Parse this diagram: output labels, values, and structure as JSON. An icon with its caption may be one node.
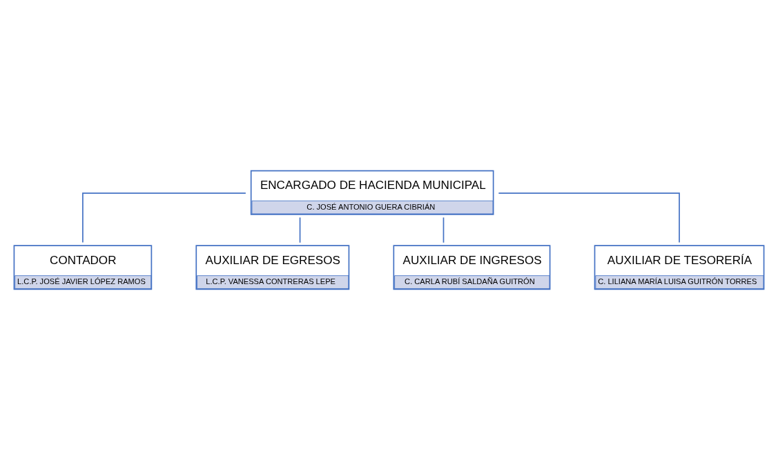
{
  "diagram": {
    "nodes": [
      {
        "text": [
          "ENCARGADO DE HACIENDA MUNICIPAL",
          "C. JOSÉ ANTONIO GUERA CIBRIÁN"
        ]
      },
      {
        "text": [
          "CONTADOR",
          "L.C.P. JOSÉ JAVIER LÓPEZ RAMOS"
        ]
      },
      {
        "text": [
          "AUXILIAR DE EGRESOS",
          "L.C.P. VANESSA CONTRERAS LEPE"
        ]
      },
      {
        "text": [
          "AUXILIAR DE INGRESOS",
          "C. CARLA RUBÍ SALDAÑA GUITRÓN"
        ]
      },
      {
        "text": [
          "AUXILIAR DE TESORERÍA",
          "C. LILIANA MARÍA LUISA GUITRÓN TORRES"
        ]
      }
    ],
    "edges": [
      {
        "from": 0,
        "to": 1,
        "arrow": "none"
      },
      {
        "from": 0,
        "to": 2,
        "arrow": "none"
      },
      {
        "from": 0,
        "to": 3,
        "arrow": "none"
      },
      {
        "from": 0,
        "to": 4,
        "arrow": "none"
      }
    ]
  }
}
